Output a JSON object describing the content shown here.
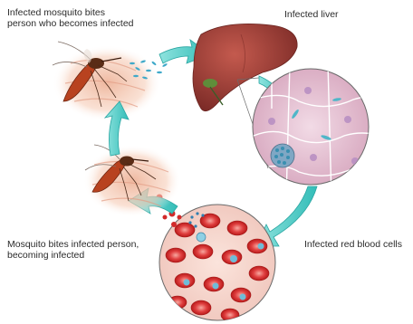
{
  "labels": {
    "mosquito_bites_line1": "Infected mosquito bites",
    "mosquito_bites_line2": "person who becomes infected",
    "infected_liver": "Infected liver",
    "mosquito_infected_line1": "Mosquito bites infected person,",
    "mosquito_infected_line2": "becoming infected",
    "infected_rbc": "Infected red blood cells"
  },
  "colors": {
    "arrow": "#3fc7c4",
    "liver": "#a6423b",
    "blood_cell": "#d22a2a",
    "skin": "#f1c2a8",
    "mosquito_body": "#b8421f",
    "cell_fill": "#d9b8d6"
  }
}
